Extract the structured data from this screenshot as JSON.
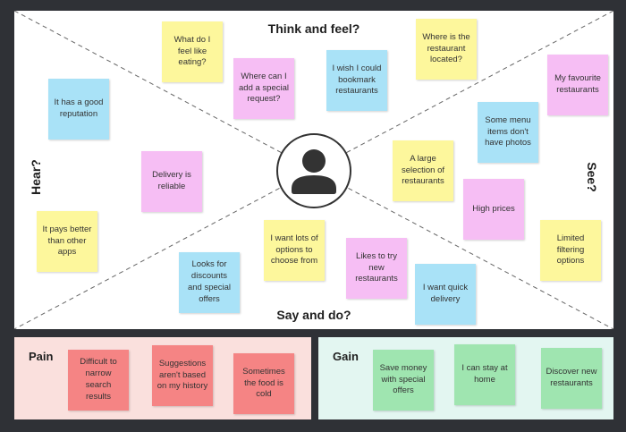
{
  "quadrants": {
    "think_feel": "Think and feel?",
    "hear": "Hear?",
    "see": "See?",
    "say_do": "Say and do?"
  },
  "persona": {
    "icon": "person-icon"
  },
  "notes": {
    "what_eat": "What do I feel like eating?",
    "special_request": "Where can I add a special request?",
    "bookmark": "I wish I could bookmark restaurants",
    "where_located": "Where is the restaurant located?",
    "good_reputation": "It has a good reputation",
    "delivery_reliable": "Delivery is reliable",
    "pays_better": "It pays better than other apps",
    "favourite_restaurants": "My favourite restaurants",
    "menu_photos": "Some menu items don't have photos",
    "large_selection": "A large selection of restaurants",
    "high_prices": "High prices",
    "limited_filtering": "Limited filtering options",
    "looks_discounts": "Looks for discounts and special offers",
    "lots_options": "I want lots of options to choose from",
    "likes_new": "Likes to try new restaurants",
    "quick_delivery": "I want quick delivery"
  },
  "pain": {
    "title": "Pain",
    "items": [
      "Difficult to narrow search results",
      "Suggestions aren't based on my history",
      "Sometimes the food is cold"
    ]
  },
  "gain": {
    "title": "Gain",
    "items": [
      "Save money with special offers",
      "I can stay at home",
      "Discover new restaurants"
    ]
  },
  "colors": {
    "background": "#2f3136",
    "yellow": "#fdf79c",
    "pink": "#f6bef4",
    "blue": "#a9e2f7",
    "red": "#f58484",
    "green": "#9fe5b0",
    "pain_bg": "#fae0dd",
    "gain_bg": "#e3f6f1"
  }
}
